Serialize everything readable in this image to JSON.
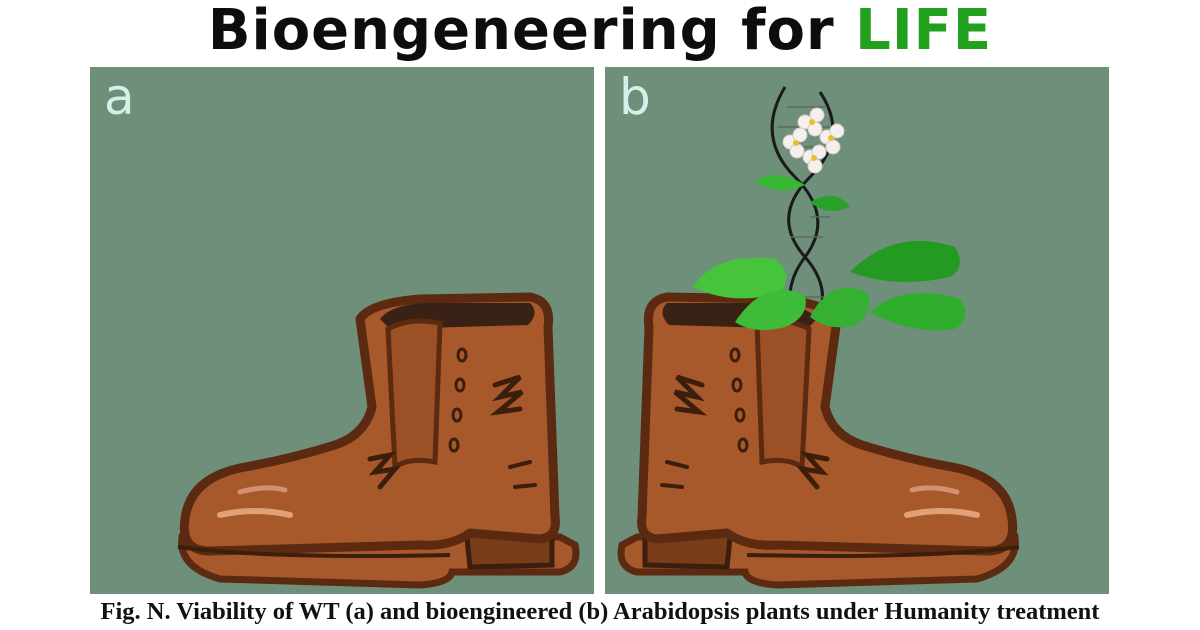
{
  "title": {
    "main": "Bioengeneering for",
    "accent": "LIFE",
    "accent_color": "#22a11f"
  },
  "panels": [
    {
      "label": "a",
      "description_icon": "boot-icon"
    },
    {
      "label": "b",
      "description_icon": "boot-with-plant-icon"
    }
  ],
  "colors": {
    "panel_background": "#6e8f7a",
    "label": "#d6efe8",
    "boot": "#a8592b",
    "boot_outline": "#5c2a10",
    "leaf_light": "#46c43c",
    "leaf_dark": "#249a22"
  },
  "caption": "Fig. N. Viability of WT (a) and bioengineered (b) Arabidopsis plants under Humanity treatment"
}
